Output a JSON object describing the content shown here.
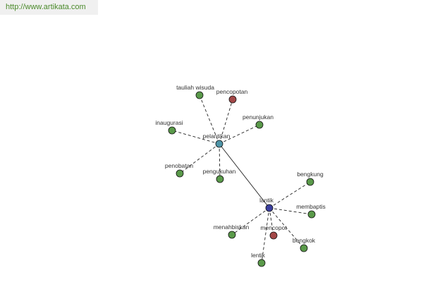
{
  "watermark": {
    "url": "http://www.artikata.com"
  },
  "colors": {
    "leaf": "#5a9a4a",
    "highlight": "#a34848",
    "hub_primary": "#4f95a8",
    "hub_secondary": "#3b3f9e",
    "text": "#333333",
    "url_text": "#4a8a2a"
  },
  "nodes": [
    {
      "id": "pelantikan",
      "label": "pelantikan",
      "type": "hub_primary"
    },
    {
      "id": "lantik",
      "label": "lantik",
      "type": "hub_secondary"
    },
    {
      "id": "tauliah-wisuda",
      "label": "tauliah wisuda",
      "type": "leaf"
    },
    {
      "id": "pencopotan",
      "label": "pencopotan",
      "type": "highlight"
    },
    {
      "id": "penunjukan",
      "label": "penunjukan",
      "type": "leaf"
    },
    {
      "id": "inaugurasi",
      "label": "inaugurasi",
      "type": "leaf"
    },
    {
      "id": "penobatan",
      "label": "penobatan",
      "type": "leaf"
    },
    {
      "id": "pengukuhan",
      "label": "pengukuhan",
      "type": "leaf"
    },
    {
      "id": "bengkung",
      "label": "bengkung",
      "type": "leaf"
    },
    {
      "id": "membaptis",
      "label": "membaptis",
      "type": "leaf"
    },
    {
      "id": "menahbiskan",
      "label": "menahbiskan",
      "type": "leaf"
    },
    {
      "id": "mencopot",
      "label": "mencopot",
      "type": "highlight"
    },
    {
      "id": "bengkok",
      "label": "bengkok",
      "type": "leaf"
    },
    {
      "id": "lentik",
      "label": "lentik",
      "type": "leaf"
    }
  ],
  "edges": [
    {
      "from": "pelantikan",
      "to": "tauliah-wisuda",
      "style": "dashed"
    },
    {
      "from": "pelantikan",
      "to": "pencopotan",
      "style": "dashed"
    },
    {
      "from": "pelantikan",
      "to": "penunjukan",
      "style": "dashed"
    },
    {
      "from": "pelantikan",
      "to": "inaugurasi",
      "style": "dashed"
    },
    {
      "from": "pelantikan",
      "to": "penobatan",
      "style": "dashed"
    },
    {
      "from": "pelantikan",
      "to": "pengukuhan",
      "style": "dashed"
    },
    {
      "from": "pelantikan",
      "to": "lantik",
      "style": "solid"
    },
    {
      "from": "lantik",
      "to": "bengkung",
      "style": "dashed"
    },
    {
      "from": "lantik",
      "to": "membaptis",
      "style": "dashed"
    },
    {
      "from": "lantik",
      "to": "menahbiskan",
      "style": "dashed"
    },
    {
      "from": "lantik",
      "to": "mencopot",
      "style": "dashed"
    },
    {
      "from": "lantik",
      "to": "bengkok",
      "style": "dashed"
    },
    {
      "from": "lantik",
      "to": "lentik",
      "style": "dashed"
    }
  ]
}
